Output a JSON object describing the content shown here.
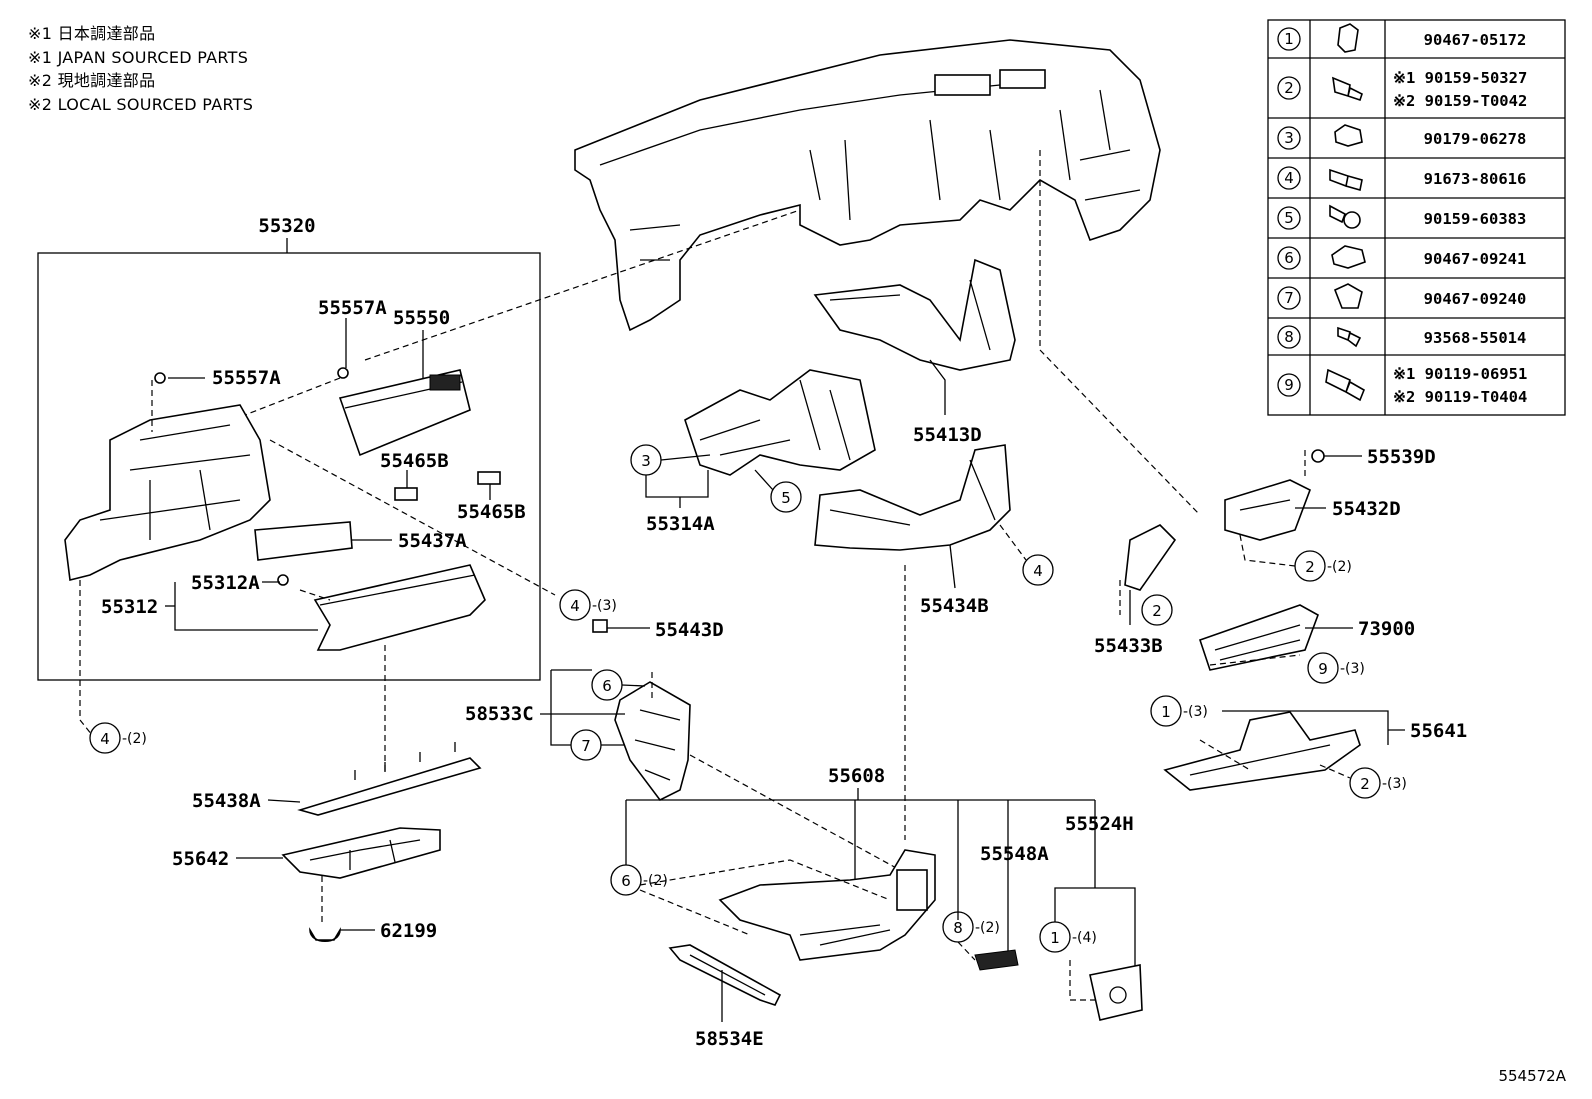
{
  "notes": [
    "※1 日本調達部品",
    "※1 JAPAN SOURCED PARTS",
    "※2 現地調達部品",
    "※2 LOCAL SOURCED PARTS"
  ],
  "catalog_number": "554572A",
  "fastener_table": [
    {
      "num": "1",
      "parts": [
        "90467-05172"
      ]
    },
    {
      "num": "2",
      "parts": [
        "※1 90159-50327",
        "※2 90159-T0042"
      ]
    },
    {
      "num": "3",
      "parts": [
        "90179-06278"
      ]
    },
    {
      "num": "4",
      "parts": [
        "91673-80616"
      ]
    },
    {
      "num": "5",
      "parts": [
        "90159-60383"
      ]
    },
    {
      "num": "6",
      "parts": [
        "90467-09241"
      ]
    },
    {
      "num": "7",
      "parts": [
        "90467-09240"
      ]
    },
    {
      "num": "8",
      "parts": [
        "93568-55014"
      ]
    },
    {
      "num": "9",
      "parts": [
        "※1 90119-06951",
        "※2 90119-T0404"
      ]
    }
  ],
  "labels": {
    "p55320": "55320",
    "p55557A_1": "55557A",
    "p55557A_2": "55557A",
    "p55550": "55550",
    "p55465B_1": "55465B",
    "p55465B_2": "55465B",
    "p55437A": "55437A",
    "p55312A": "55312A",
    "p55312": "55312",
    "p55443D": "55443D",
    "p55438A": "55438A",
    "p55642": "55642",
    "p62199": "62199",
    "p55413D": "55413D",
    "p55314A": "55314A",
    "p55434B": "55434B",
    "p58533C": "58533C",
    "p55608": "55608",
    "p58534E": "58534E",
    "p55548A": "55548A",
    "p55524H": "55524H",
    "p55539D": "55539D",
    "p55432D": "55432D",
    "p55433B": "55433B",
    "p73900": "73900",
    "p55641": "55641"
  },
  "callouts": {
    "c4_q3": {
      "num": "4",
      "qty": "-(3)"
    },
    "c4_q2": {
      "num": "4",
      "qty": "-(2)"
    },
    "c3": {
      "num": "3",
      "qty": ""
    },
    "c5": {
      "num": "5",
      "qty": ""
    },
    "c4_b": {
      "num": "4",
      "qty": ""
    },
    "c6_a": {
      "num": "6",
      "qty": ""
    },
    "c7": {
      "num": "7",
      "qty": ""
    },
    "c6_q2": {
      "num": "6",
      "qty": "-(2)"
    },
    "c8_q2": {
      "num": "8",
      "qty": "-(2)"
    },
    "c1_q4": {
      "num": "1",
      "qty": "-(4)"
    },
    "c2_q2a": {
      "num": "2",
      "qty": "-(2)"
    },
    "c2_b": {
      "num": "2",
      "qty": ""
    },
    "c9_q3": {
      "num": "9",
      "qty": "-(3)"
    },
    "c1_q3": {
      "num": "1",
      "qty": "-(3)"
    },
    "c2_q3": {
      "num": "2",
      "qty": "-(3)"
    }
  }
}
